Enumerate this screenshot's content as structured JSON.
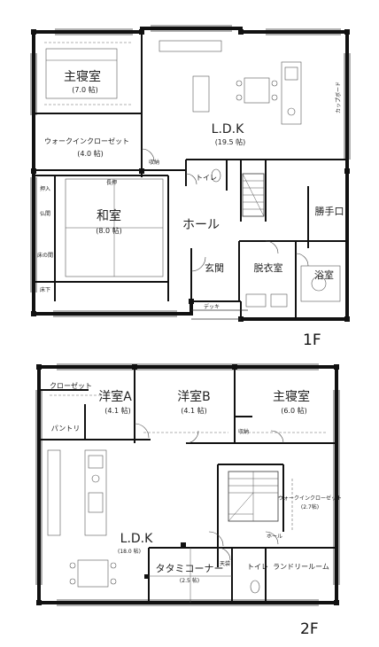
{
  "floor1": {
    "label": "1F",
    "rooms": {
      "master_bedroom": {
        "name": "主寝室",
        "size": "(7.0 帖)"
      },
      "walkin_closet": {
        "name": "ウォークインクローゼット",
        "size": "(4.0 帖)"
      },
      "ldk": {
        "name": "L.D.K",
        "size": "(19.5 帖)"
      },
      "washitsu": {
        "name": "和室",
        "size": "(8.0 帖)"
      },
      "hall": {
        "name": "ホール"
      },
      "toilet": {
        "name": "トイレ"
      },
      "katteguchi": {
        "name": "勝手口"
      },
      "genkan": {
        "name": "玄関"
      },
      "datsuisho": {
        "name": "脱衣室"
      },
      "bath": {
        "name": "浴室"
      }
    },
    "small_labels": {
      "oshiire": "押入",
      "butsuma": "仏間",
      "tokonoma": "床の間",
      "yukashita": "床下",
      "nagao": "長押",
      "shuno": "収納",
      "cupboard": "カップボード",
      "deck": "デッキ"
    }
  },
  "floor2": {
    "label": "2F",
    "rooms": {
      "youshitsu_a": {
        "name": "洋室A",
        "size": "(4.1 帖)"
      },
      "youshitsu_b": {
        "name": "洋室B",
        "size": "(4.1 帖)"
      },
      "master_bedroom": {
        "name": "主寝室",
        "size": "(6.0 帖)"
      },
      "pantry": {
        "name": "パントリ"
      },
      "ldk": {
        "name": "L.D.K",
        "size": "(18.0 帖)"
      },
      "tatami_corner": {
        "name": "タタミコーナー",
        "size": "(2.5 帖)"
      },
      "toilet": {
        "name": "トイレ"
      },
      "laundry": {
        "name": "ランドリールーム"
      },
      "hall": {
        "name": "ホール"
      },
      "walkin_closet": {
        "name": "ウォークインクローゼット",
        "size": "(2.7帖)"
      }
    },
    "small_labels": {
      "closet": "クローゼット",
      "shuno": "収納",
      "tenbo": "天袋"
    }
  }
}
